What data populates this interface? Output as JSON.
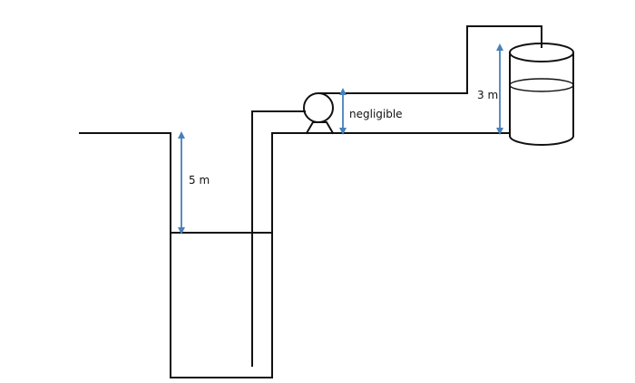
{
  "labels": {
    "well_depth": "5 m",
    "pump_height": "negligible",
    "tank_height": "3 m"
  },
  "colors": {
    "outline": "#111111",
    "dimension": "#4a7fb8"
  }
}
